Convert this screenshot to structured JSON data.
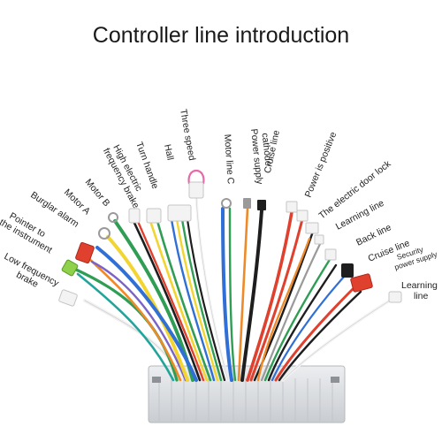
{
  "title": "Controller line introduction",
  "labels": {
    "low_frequency_brake": [
      "Low frequency",
      "brake"
    ],
    "pointer_instrument": [
      "Pointer to",
      "the instrument"
    ],
    "burglar_alarm": [
      "Burglar alarm"
    ],
    "motor_a": [
      "Motor A"
    ],
    "motor_b": [
      "Motor B"
    ],
    "high_freq_brake": [
      "High electric",
      "frequency brake"
    ],
    "turn_handle": [
      "Turn handle"
    ],
    "hall": [
      "Hall"
    ],
    "three_speed": [
      "Three speed"
    ],
    "motor_line_c": [
      "Motor line C"
    ],
    "power_cathode": [
      "Power supply",
      "cathode"
    ],
    "cruise_line_1": [
      "Cruise line"
    ],
    "power_positive": [
      "Power is positive"
    ],
    "door_lock": [
      "The electric door lock"
    ],
    "learning_line_1": [
      "Learning line"
    ],
    "back_line": [
      "Back line"
    ],
    "cruise_line_2": [
      "Cruise line"
    ],
    "security_power": [
      "Security",
      "power supply"
    ],
    "learning_line_2": [
      "Learning",
      "line"
    ]
  },
  "colors": {
    "text": "#222222",
    "controller": "#d8dade",
    "wire_red": "#e0402e",
    "wire_yellow": "#f2d530",
    "wire_green": "#2f9e54",
    "wire_blue": "#2f6fd6",
    "wire_black": "#1e1e1e",
    "wire_white": "#f4f4f4",
    "wire_orange": "#ee8a2a",
    "wire_gray": "#9a9a9a",
    "wire_teal": "#21a59b",
    "wire_purple": "#7b62c9",
    "wire_pink": "#e56aa8"
  }
}
